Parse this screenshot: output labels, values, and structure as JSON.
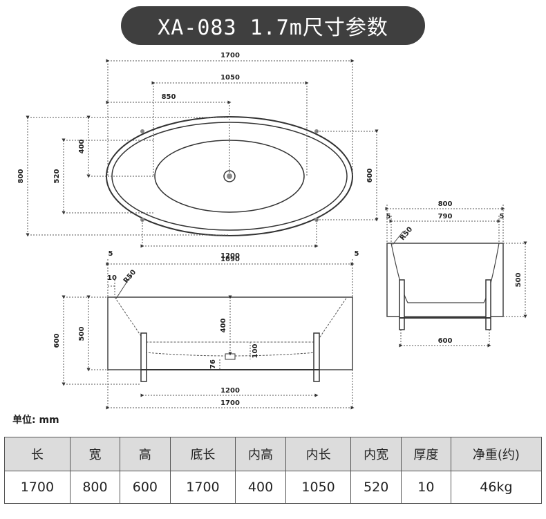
{
  "title": "XA-083 1.7m尺寸参数",
  "unit_label": "单位: mm",
  "top_view": {
    "overall_length": "1700",
    "inner_length": "1050",
    "offset_850": "850",
    "overall_width": "800",
    "inner_width": "520",
    "half_width": "400",
    "rim_width": "600",
    "base_length": "1200"
  },
  "front_view": {
    "rim_left": "5",
    "rim_right": "5",
    "length_1690": "1690",
    "thickness": "10",
    "radius": "R50",
    "height": "600",
    "height_500": "500",
    "inner_depth": "400",
    "dim_76": "76",
    "dim_100": "100",
    "base_length": "1200",
    "overall_length": "1700"
  },
  "side_view": {
    "overall_width": "800",
    "inner_width": "790",
    "rim_left": "5",
    "rim_right": "5",
    "radius": "R50",
    "height": "500",
    "base_width": "600"
  },
  "table": {
    "headers": [
      "长",
      "宽",
      "高",
      "底长",
      "内高",
      "内长",
      "内宽",
      "厚度",
      "净重(约)"
    ],
    "values": [
      "1700",
      "800",
      "600",
      "1700",
      "400",
      "1050",
      "520",
      "10",
      "46kg"
    ]
  }
}
